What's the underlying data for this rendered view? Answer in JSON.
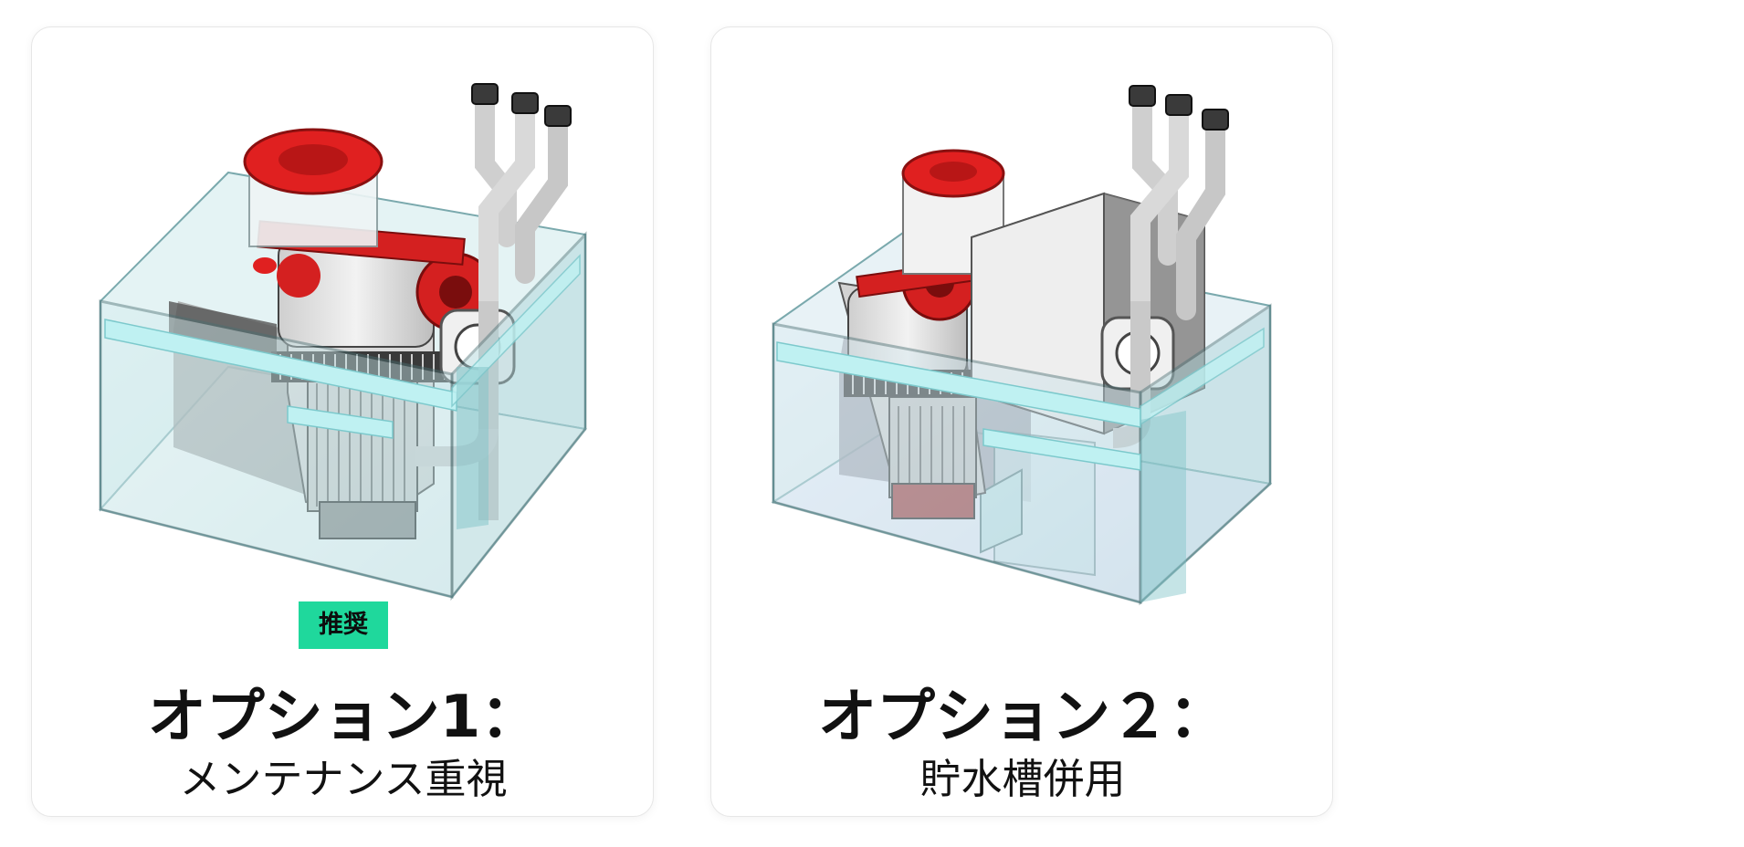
{
  "options": [
    {
      "badge": "推奨",
      "title": "オプション1：",
      "subtitle": "メンテナンス重視"
    },
    {
      "title": "オプション２：",
      "subtitle": "貯水槽併用"
    }
  ],
  "colors": {
    "badge_bg": "#1fd89c",
    "accent_red": "#e01e1e",
    "tank_glass": "#bfe6ea",
    "card_border": "#e6e6e6"
  }
}
